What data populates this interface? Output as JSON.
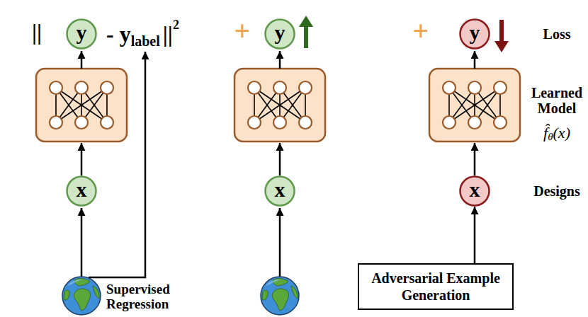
{
  "diagram": {
    "nodes": [
      {
        "text": [
          "y"
        ]
      },
      {
        "text": [
          "y"
        ]
      },
      {
        "text": [
          "y"
        ]
      },
      {
        "text": [
          "x"
        ]
      },
      {
        "text": [
          "x"
        ]
      },
      {
        "text": [
          "x"
        ]
      },
      {
        "text": [
          "Adversarial Example Generation"
        ]
      }
    ],
    "edges": [
      {
        "from": 6,
        "to": 5,
        "arrow": "to"
      }
    ],
    "labels": [
      "||",
      "- y",
      "label",
      "||",
      "2",
      "+",
      "+",
      "Loss",
      "Learned Model",
      "f̂",
      "θ",
      "(x)",
      "Designs",
      "Supervised Regression"
    ]
  }
}
